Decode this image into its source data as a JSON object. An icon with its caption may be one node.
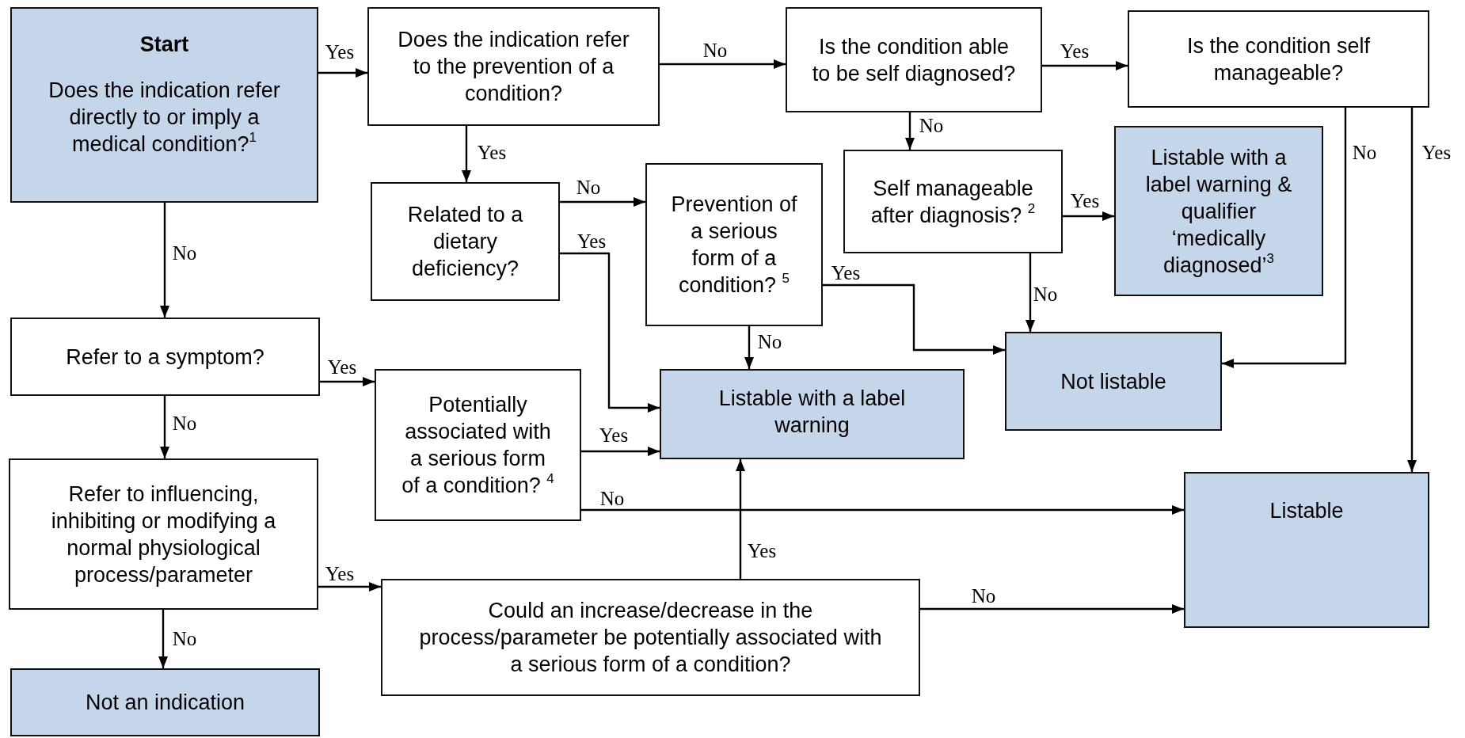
{
  "diagram": {
    "nodes": [
      {
        "text": [
          "Start",
          "Does the indication refer directly to or imply a medical condition?$^{1}$"
        ]
      },
      {
        "text": [
          "Does the indication refer to the prevention of a condition?"
        ]
      },
      {
        "text": [
          "Is the condition able to be self diagnosed?"
        ]
      },
      {
        "text": [
          "Is the condition self manageable?"
        ]
      },
      {
        "text": [
          "Related to a dietary deficiency?"
        ]
      },
      {
        "text": [
          "Prevention of a serious form of a condition? $^{5}$"
        ]
      },
      {
        "text": [
          "Self manageable after diagnosis? $^{2}$"
        ]
      },
      {
        "text": [
          "Listable with a label warning & qualifier ‘medically diagnosed’$^{3}$"
        ]
      },
      {
        "text": [
          "Refer to a symptom?"
        ]
      },
      {
        "text": [
          "Potentially associated with a serious form of a condition? $^{4}$"
        ]
      },
      {
        "text": [
          "Listable with a label warning"
        ]
      },
      {
        "text": [
          "Not listable"
        ]
      },
      {
        "text": [
          "Refer to influencing, inhibiting or modifying a normal physiological process/parameter"
        ]
      },
      {
        "text": [
          "Could an increase/decrease in the process/parameter be potentially associated with a serious form of a condition?"
        ]
      },
      {
        "text": [
          "Not an indication"
        ]
      },
      {
        "text": [
          "Listable"
        ]
      }
    ],
    "edges": [
      {
        "from": 0,
        "to": 1,
        "arrow": "to",
        "label": "Yes"
      },
      {
        "from": 0,
        "to": 8,
        "arrow": "to",
        "label": "No"
      },
      {
        "from": 1,
        "to": 2,
        "arrow": "to",
        "label": "No"
      },
      {
        "from": 1,
        "to": 4,
        "arrow": "to",
        "label": "Yes"
      },
      {
        "from": 2,
        "to": 3,
        "arrow": "to",
        "label": "Yes"
      },
      {
        "from": 2,
        "to": 6,
        "arrow": "to",
        "label": "No"
      },
      {
        "from": 3,
        "to": 11,
        "arrow": "to",
        "label": "No"
      },
      {
        "from": 3,
        "to": 15,
        "arrow": "to",
        "label": "Yes"
      },
      {
        "from": 4,
        "to": 5,
        "arrow": "to",
        "label": "No"
      },
      {
        "from": 4,
        "to": 10,
        "arrow": "to",
        "label": "Yes"
      },
      {
        "from": 5,
        "to": 11,
        "arrow": "to",
        "label": "Yes"
      },
      {
        "from": 5,
        "to": 10,
        "arrow": "to",
        "label": "No"
      },
      {
        "from": 6,
        "to": 7,
        "arrow": "to",
        "label": "Yes"
      },
      {
        "from": 6,
        "to": 11,
        "arrow": "to",
        "label": "No"
      },
      {
        "from": 8,
        "to": 9,
        "arrow": "to",
        "label": "Yes"
      },
      {
        "from": 8,
        "to": 12,
        "arrow": "to",
        "label": "No"
      },
      {
        "from": 9,
        "to": 10,
        "arrow": "to",
        "label": "Yes"
      },
      {
        "from": 9,
        "to": 15,
        "arrow": "to",
        "label": "No"
      },
      {
        "from": 12,
        "to": 13,
        "arrow": "to",
        "label": "Yes"
      },
      {
        "from": 12,
        "to": 14,
        "arrow": "to",
        "label": "No"
      },
      {
        "from": 13,
        "to": 10,
        "arrow": "to",
        "label": "Yes"
      },
      {
        "from": 13,
        "to": 15,
        "arrow": "to",
        "label": "No"
      }
    ]
  }
}
